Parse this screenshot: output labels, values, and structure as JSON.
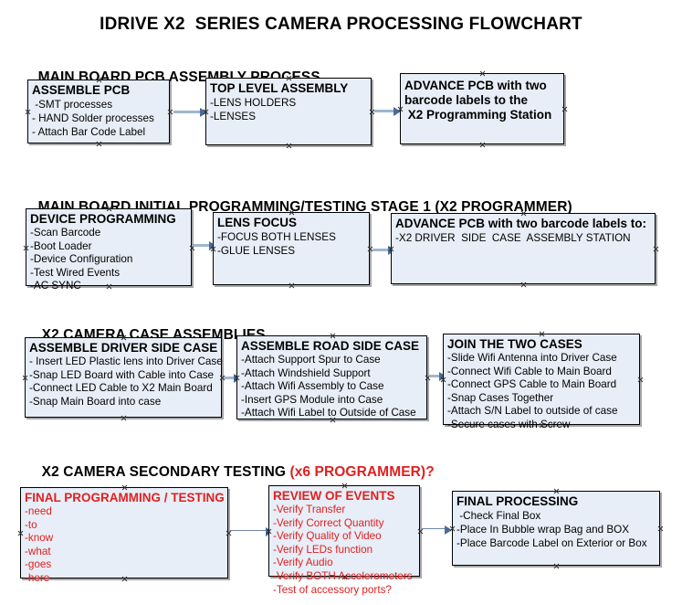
{
  "document": {
    "title": "IDRIVE X2  SERIES CAMERA PROCESSING FLOWCHART"
  },
  "colors": {
    "box_fill": "#e8eef7",
    "box_border": "#000000",
    "connector": "#9fb6cd",
    "arrow_head": "#4a6b9a",
    "accent_red": "#e02020",
    "text": "#000000"
  },
  "sections": [
    {
      "id": "main-board-pcb-assembly-process",
      "heading": "MAIN BOARD PCB ASSEMBLY PROCESS",
      "heading_accent": "",
      "nodes": [
        {
          "id": "assemble-pcb",
          "title": "ASSEMBLE PCB",
          "lines": [
            " -SMT processes",
            "- HAND Solder processes",
            "- Attach Bar Code Label"
          ]
        },
        {
          "id": "top-level-assembly",
          "title": "TOP LEVEL ASSEMBLY",
          "lines": [
            "-LENS HOLDERS",
            "-LENSES"
          ]
        },
        {
          "id": "advance-pcb-to-x2-programming-station",
          "title": "ADVANCE PCB with two",
          "lines": [
            "barcode labels to the",
            " X2 Programming Station"
          ],
          "all_bold": true
        }
      ]
    },
    {
      "id": "main-board-initial-programming-testing-stage-1",
      "heading": "MAIN BOARD INITIAL PROGRAMMING/TESTING STAGE 1 (X2 PROGRAMMER)",
      "heading_accent": "",
      "nodes": [
        {
          "id": "device-programming",
          "title": "DEVICE PROGRAMMING",
          "lines": [
            "-Scan Barcode",
            "-Boot Loader",
            "-Device Configuration",
            "-Test Wired Events",
            "-AC SYNC"
          ]
        },
        {
          "id": "lens-focus",
          "title": "LENS FOCUS",
          "lines": [
            "-FOCUS BOTH LENSES",
            "-GLUE LENSES"
          ]
        },
        {
          "id": "advance-pcb-to-driver-side-case-station",
          "title": "ADVANCE PCB with two barcode labels to:",
          "lines": [
            "-X2 DRIVER  SIDE  CASE  ASSEMBLY STATION"
          ]
        }
      ]
    },
    {
      "id": "x2-camera-case-assemblies",
      "heading": "X2 CAMERA CASE ASSEMBLIES",
      "heading_accent": "",
      "nodes": [
        {
          "id": "assemble-driver-side-case",
          "title": "ASSEMBLE DRIVER SIDE CASE",
          "lines": [
            "- Insert LED Plastic lens into Driver Case",
            "-Snap LED Board with Cable into Case",
            "-Connect LED Cable to X2 Main Board",
            "-Snap Main Board into case"
          ]
        },
        {
          "id": "assemble-road-side-case",
          "title": "ASSEMBLE ROAD SIDE CASE",
          "lines": [
            "-Attach Support Spur to Case",
            "-Attach Windshield Support",
            "-Attach Wifi Assembly to Case",
            "-Insert GPS Module into Case",
            "-Attach Wifi Label to Outside of Case"
          ]
        },
        {
          "id": "join-the-two-cases",
          "title": "JOIN THE TWO CASES",
          "lines": [
            "-Slide Wifi Antenna into Driver Case",
            "-Connect Wifi Cable to Main Board",
            "-Connect GPS Cable to Main Board",
            "-Snap Cases Together",
            "-Attach S/N Label to outside of case",
            "-Secure cases with Screw"
          ]
        }
      ]
    },
    {
      "id": "x2-camera-secondary-testing",
      "heading": "X2 CAMERA SECONDARY TESTING ",
      "heading_accent": "(x6 PROGRAMMER)?",
      "nodes": [
        {
          "id": "final-programming-testing",
          "title": "FINAL PROGRAMMING / TESTING",
          "red": true,
          "lines": [
            "-need",
            "-to",
            "-know",
            "-what",
            "-goes",
            "-here"
          ]
        },
        {
          "id": "review-of-events",
          "title": "REVIEW OF EVENTS",
          "red": true,
          "lines": [
            "-Verify Transfer",
            "-Verify Correct Quantity",
            "-Verify Quality of Video",
            "-Verify LEDs function",
            "-Verify Audio",
            "-Verify BOTH Accelerometers",
            "-Test of accessory ports?"
          ]
        },
        {
          "id": "final-processing",
          "title": "FINAL PROCESSING",
          "lines": [
            " -Check Final Box",
            "-Place In Bubble wrap Bag and BOX",
            "-Place Barcode Label on Exterior or Box"
          ]
        }
      ]
    }
  ]
}
